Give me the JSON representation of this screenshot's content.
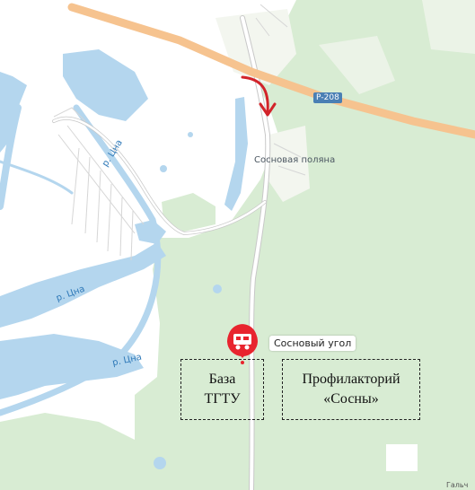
{
  "map": {
    "colors": {
      "background": "#ffffff",
      "forest": "#d8ecd3",
      "water": "#b4d6ee",
      "highway": "#f6c38f",
      "road": "#ffffff",
      "road_outline": "#c8c8c8",
      "arrow": "#d2232a",
      "poi_marker": "#e8242e"
    },
    "route_badge": "Р-208",
    "place_label": "Сосновая поляна",
    "river_labels": [
      "р. Цна",
      "р. Цна",
      "р. Цна"
    ],
    "poi": {
      "label": "Сосновый угол",
      "icon": "camp-trailer-icon"
    },
    "boxes": [
      {
        "lines": [
          "База",
          "ТГТУ"
        ]
      },
      {
        "lines": [
          "Профилакторий",
          "«Сосны»"
        ]
      }
    ],
    "edge_text": "Гальч"
  }
}
